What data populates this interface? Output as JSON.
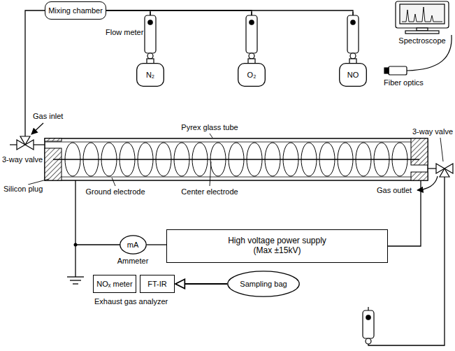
{
  "diagram": {
    "nodes": [
      {
        "text": [
          "Mixing chamber"
        ]
      },
      {
        "text": [
          "N₂"
        ]
      },
      {
        "text": [
          "O₂"
        ]
      },
      {
        "text": [
          "NO"
        ]
      },
      {
        "text": [
          "High voltage power supply (Max ±15kV)"
        ]
      },
      {
        "text": [
          "mA"
        ]
      },
      {
        "text": [
          "NOₓ meter"
        ]
      },
      {
        "text": [
          "FT-IR"
        ]
      },
      {
        "text": [
          "Sampling bag"
        ]
      }
    ],
    "edges": [
      {
        "from": 1,
        "to": 0,
        "arrow": "none"
      },
      {
        "from": 2,
        "to": 0,
        "arrow": "none"
      },
      {
        "from": 3,
        "to": 0,
        "arrow": "none"
      },
      {
        "from": 5,
        "to": 4,
        "arrow": "none"
      },
      {
        "from": 8,
        "to": 7,
        "arrow": "to"
      }
    ],
    "labels": [
      "Flow meter",
      "Spectroscope",
      "Fiber optics",
      "Gas inlet",
      "Pyrex glass tube",
      "3-way valve",
      "3-way valve",
      "Silicon plug",
      "Ground electrode",
      "Center electrode",
      "Gas outlet",
      "Ammeter",
      "Exhaust gas analyzer"
    ]
  }
}
